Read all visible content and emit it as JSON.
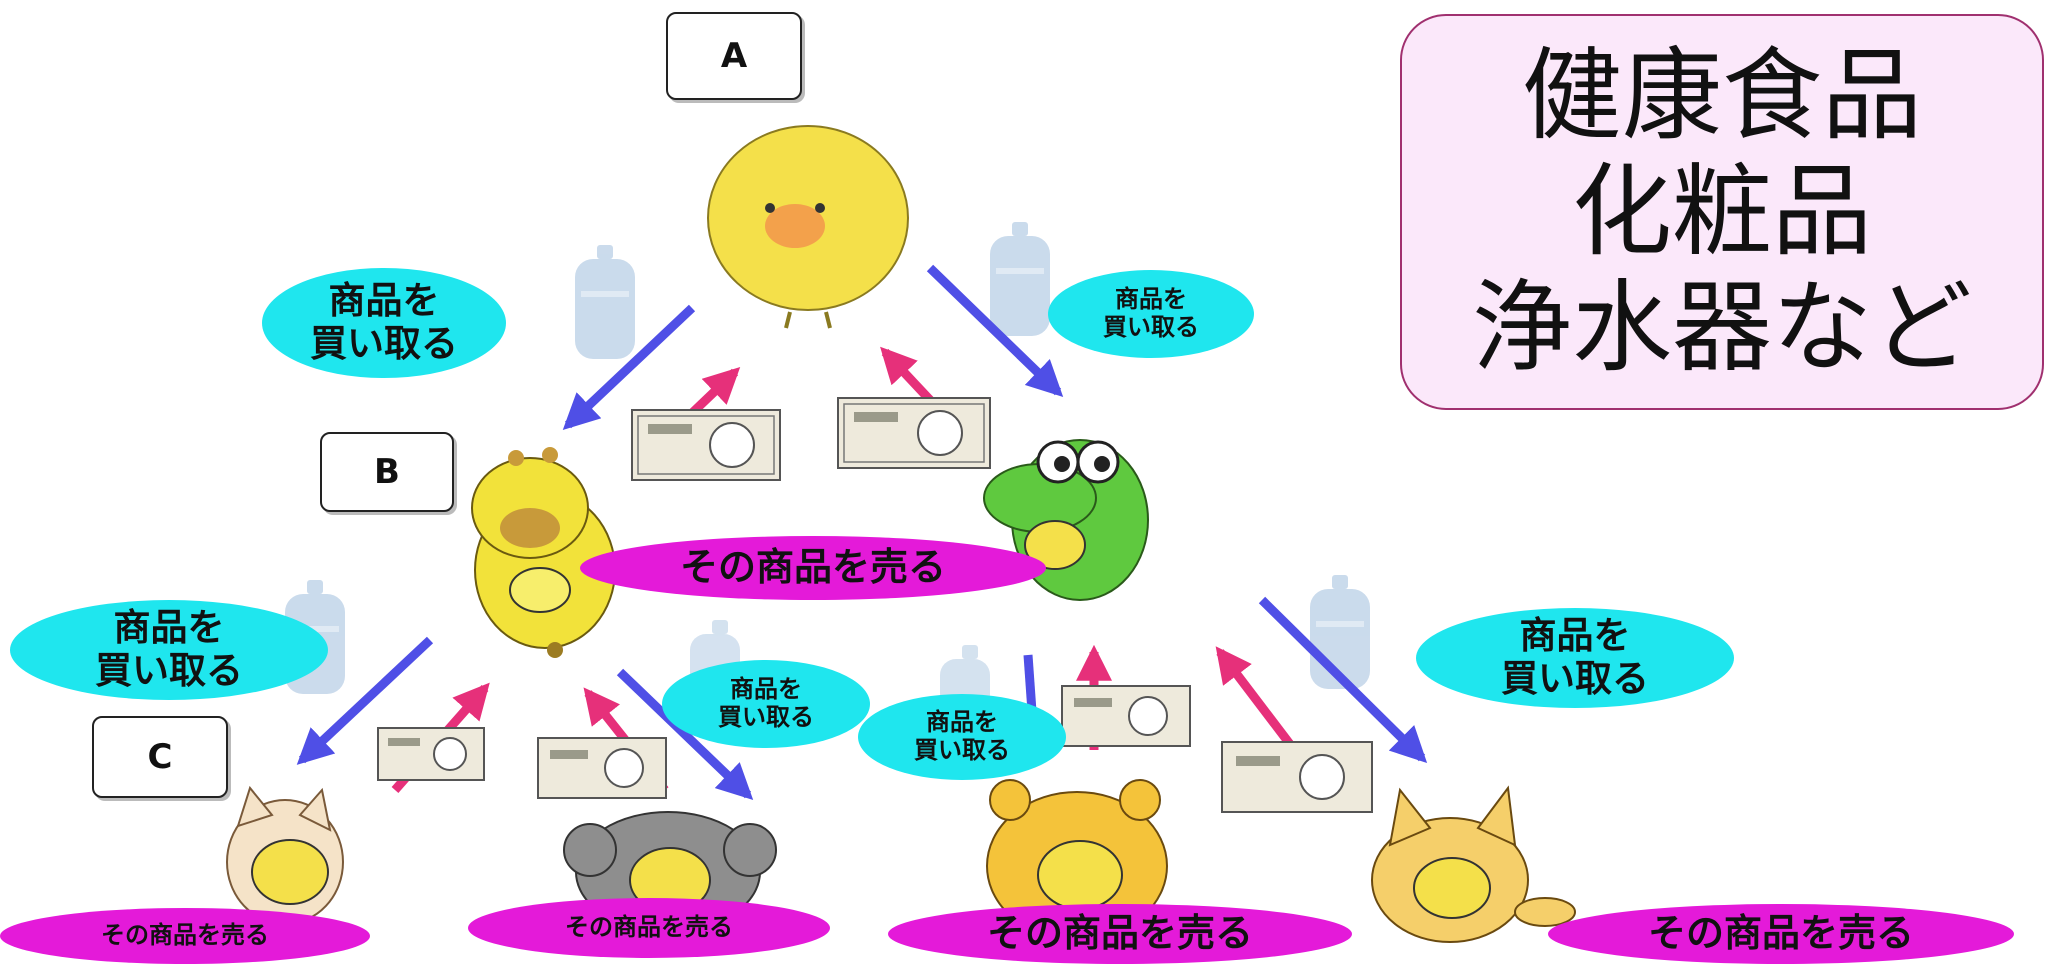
{
  "boxes": {
    "a": "A",
    "b": "B",
    "c": "C"
  },
  "products": [
    "健康食品",
    "化粧品",
    "浄水器など"
  ],
  "buy_label": "商品を\n買い取る",
  "sell_label": "その商品を売る",
  "colors": {
    "buy_bubble": "#1fe6ee",
    "sell_bubble": "#e41ad9",
    "goods_arrow": "#4f4fe6",
    "money_arrow": "#e6307a",
    "products_panel": "#fbe8fa"
  }
}
